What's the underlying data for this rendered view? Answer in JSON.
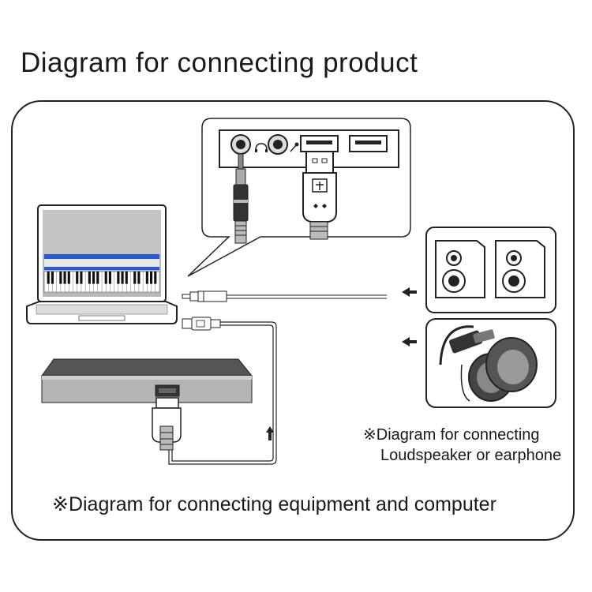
{
  "title": "Diagram for connecting product",
  "caption_main": "※Diagram for connecting equipment and computer",
  "caption_side": {
    "line1": "※Diagram for connecting",
    "line2": "Loudspeaker or earphone"
  },
  "colors": {
    "line": "#222222",
    "laptop_screen": "#b8b8b8",
    "device_top": "#555555",
    "device_body": "#b5b5b5",
    "panel_blue": "#2a5bd7"
  },
  "icons": {
    "headphone_port": "headphone-icon",
    "mic_port": "microphone-icon",
    "usb": "usb-icon"
  }
}
